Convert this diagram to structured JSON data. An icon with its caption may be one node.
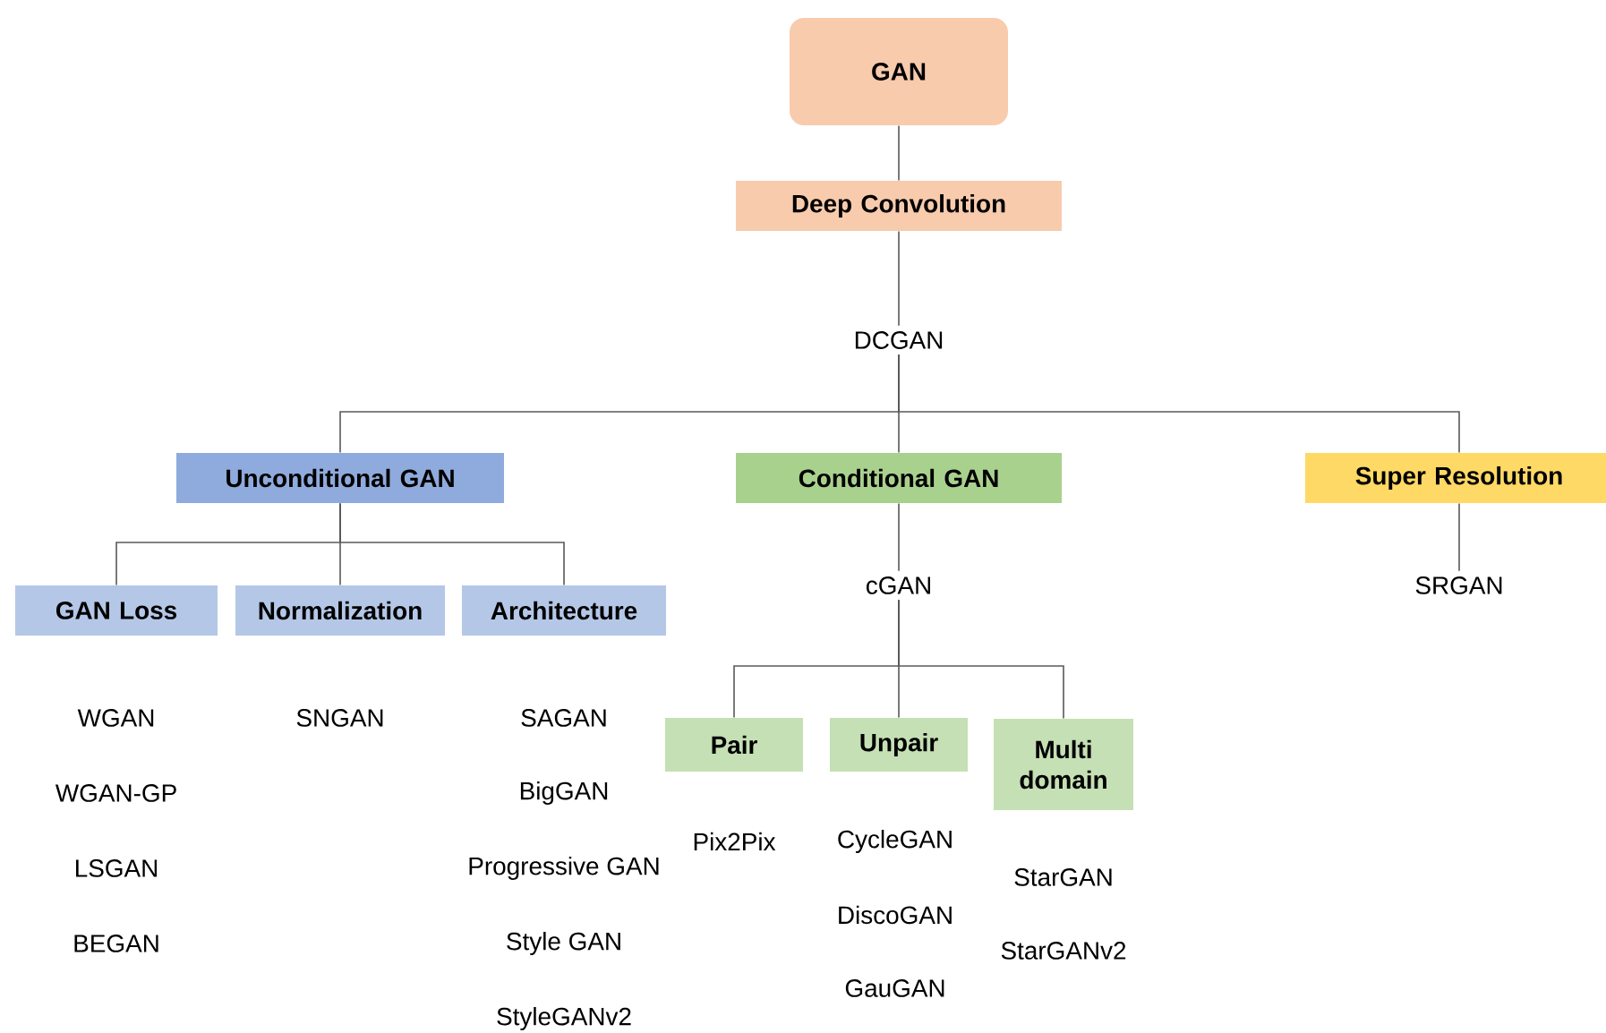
{
  "diagram": {
    "nodes": [
      {
        "text": [
          "GAN"
        ]
      },
      {
        "text": [
          "Deep Convolution"
        ]
      },
      {
        "text": [
          "DCGAN"
        ]
      },
      {
        "text": [
          "Unconditional GAN"
        ]
      },
      {
        "text": [
          "Conditional GAN"
        ]
      },
      {
        "text": [
          "Super Resolution"
        ]
      },
      {
        "text": [
          "GAN Loss"
        ]
      },
      {
        "text": [
          "Normalization"
        ]
      },
      {
        "text": [
          "Architecture"
        ]
      },
      {
        "text": [
          "cGAN"
        ]
      },
      {
        "text": [
          "Pair"
        ]
      },
      {
        "text": [
          "Unpair"
        ]
      },
      {
        "text": [
          "Multi domain"
        ]
      },
      {
        "text": [
          "SRGAN"
        ]
      }
    ],
    "edges": [
      {
        "from": 0,
        "to": 1,
        "arrow": "none"
      },
      {
        "from": 1,
        "to": 2,
        "arrow": "none"
      },
      {
        "from": 2,
        "to": 3,
        "arrow": "none"
      },
      {
        "from": 2,
        "to": 4,
        "arrow": "none"
      },
      {
        "from": 2,
        "to": 5,
        "arrow": "none"
      },
      {
        "from": 3,
        "to": 6,
        "arrow": "none"
      },
      {
        "from": 3,
        "to": 7,
        "arrow": "none"
      },
      {
        "from": 3,
        "to": 8,
        "arrow": "none"
      },
      {
        "from": 4,
        "to": 9,
        "arrow": "none"
      },
      {
        "from": 9,
        "to": 10,
        "arrow": "none"
      },
      {
        "from": 9,
        "to": 11,
        "arrow": "none"
      },
      {
        "from": 9,
        "to": 12,
        "arrow": "none"
      },
      {
        "from": 5,
        "to": 13,
        "arrow": "none"
      }
    ],
    "labels": [
      "WGAN",
      "WGAN-GP",
      "LSGAN",
      "BEGAN",
      "SNGAN",
      "SAGAN",
      "BigGAN",
      "Progressive GAN",
      "Style GAN",
      "StyleGANv2",
      "Pix2Pix",
      "CycleGAN",
      "DiscoGAN",
      "GauGAN",
      "StarGAN",
      "StarGANv2"
    ]
  }
}
